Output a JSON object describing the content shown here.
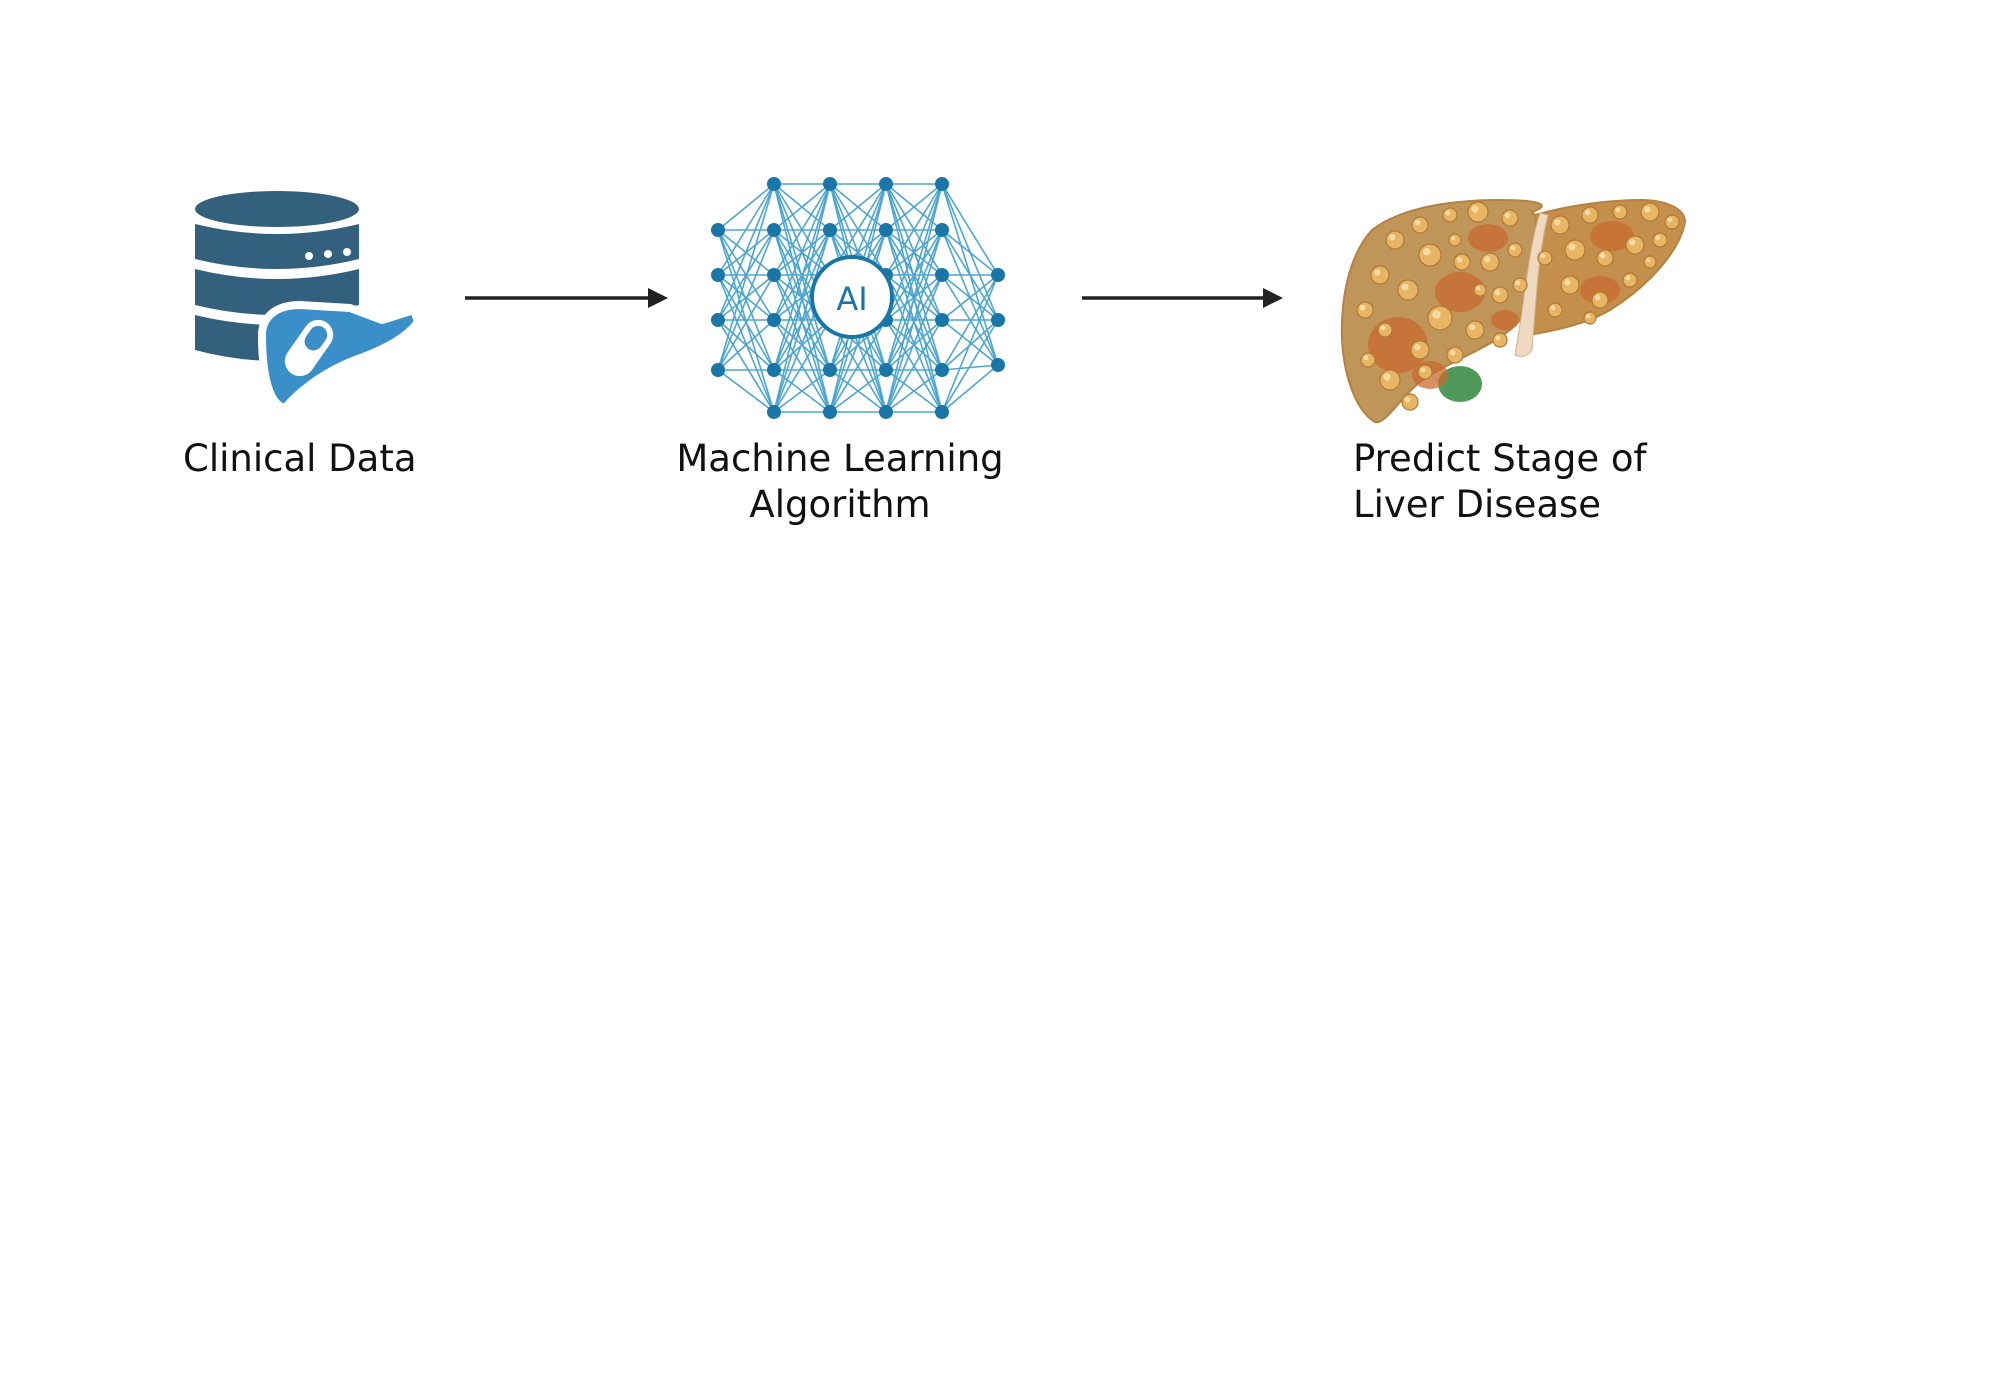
{
  "steps": [
    {
      "label_lines": [
        "Clinical Data"
      ],
      "icon": "database-liver-icon"
    },
    {
      "label_lines": [
        "Machine Learning",
        "Algorithm"
      ],
      "icon": "neural-network-icon",
      "badge": "AI"
    },
    {
      "label_lines": [
        "Predict Stage of",
        "Liver Disease"
      ],
      "icon": "diseased-liver-icon"
    }
  ],
  "colors": {
    "database": "#33607d",
    "liver_badge": "#3a8fc9",
    "network": "#4ea6cf",
    "network_node": "#1b76a8",
    "liver": "#c0955a",
    "liver_dark": "#c96a30",
    "arrow": "#222222",
    "text": "#111111"
  }
}
